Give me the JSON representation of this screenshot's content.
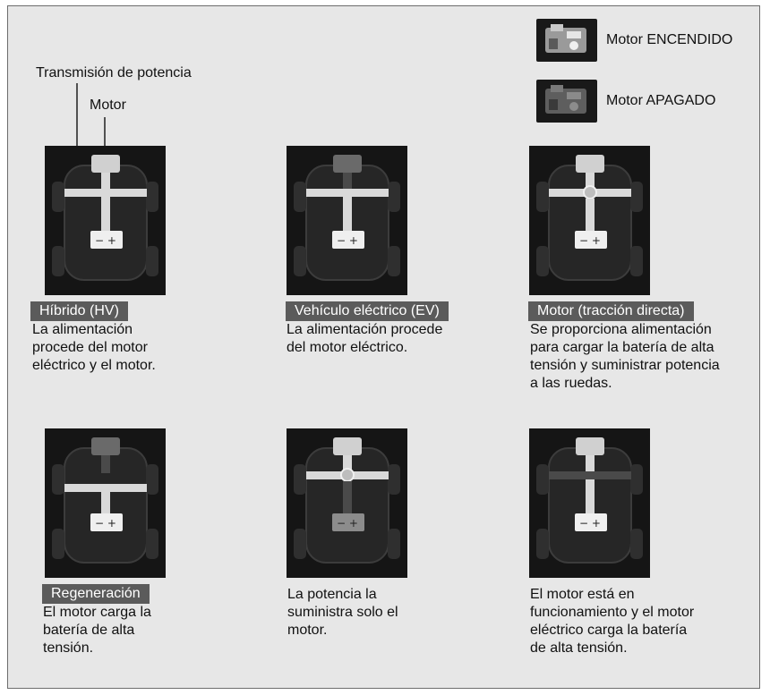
{
  "legend": {
    "engine_on": "Motor ENCENDIDO",
    "engine_off": "Motor APAGADO"
  },
  "callouts": {
    "transmission": "Transmisión de potencia",
    "engine": "Motor"
  },
  "modes": [
    {
      "badge": "Híbrido (HV)",
      "lines": [
        "La alimentación",
        "procede del motor",
        "eléctrico y el motor."
      ]
    },
    {
      "badge": "Vehículo eléctrico (EV)",
      "lines": [
        "La alimentación procede",
        "del motor eléctrico."
      ]
    },
    {
      "badge": "Motor (tracción directa)",
      "lines": [
        "Se proporciona alimentación",
        "para cargar la batería de alta",
        "tensión y suministrar potencia",
        "a las ruedas."
      ]
    },
    {
      "badge": "Regeneración",
      "lines": [
        "El motor carga la",
        "batería de alta",
        "tensión."
      ]
    },
    {
      "badge": "",
      "lines": [
        "La potencia la",
        "suministra solo el",
        "motor."
      ]
    },
    {
      "badge": "",
      "lines": [
        "El motor está en",
        "funcionamiento y el motor",
        "eléctrico carga la batería",
        "de alta tensión."
      ]
    }
  ],
  "colors": {
    "panel_bg": "#e7e7e7",
    "tile_bg": "#151515",
    "badge_bg": "#5b5b5b",
    "flow_active": "#d9d9d9",
    "flow_inactive": "#4a4a4a"
  }
}
